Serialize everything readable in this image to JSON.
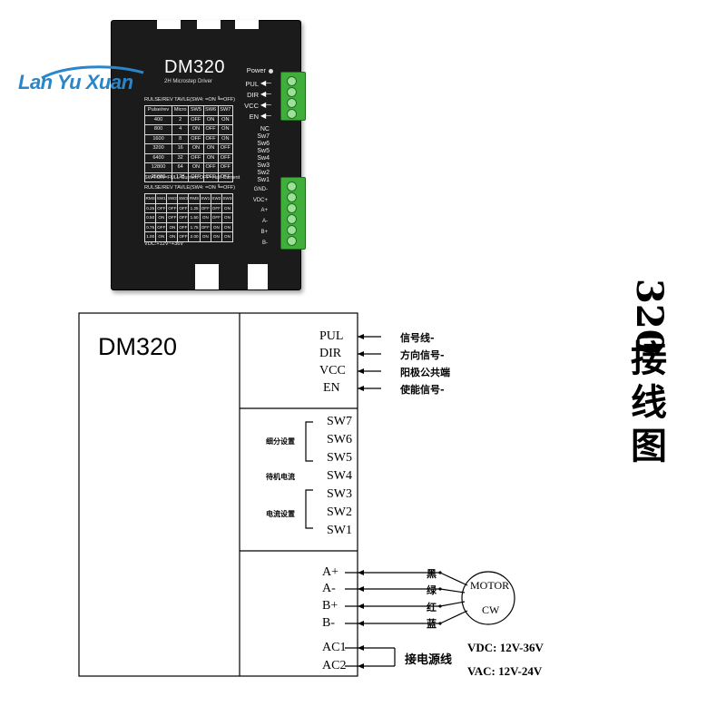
{
  "brand_watermark": "Lan Yu Xuan",
  "product": {
    "model": "DM320",
    "subtitle": "2H Microstep Driver",
    "power_label": "Power",
    "signals": [
      "PUL",
      "DIR",
      "VCC",
      "EN"
    ],
    "switch_labels": [
      "NC",
      "Sw7",
      "Sw6",
      "Sw5",
      "Sw4",
      "Sw3",
      "Sw2",
      "Sw1"
    ],
    "power_terminals": [
      "GND-",
      "VDC+",
      "A+",
      "A-",
      "B+",
      "B-"
    ],
    "micro_table": {
      "caption": "RULSE/REV TAVLE(SW4: =ON ┗=OFF)",
      "headers": [
        "Pulse/rev",
        "Micro",
        "SW5",
        "SW6",
        "SW7"
      ],
      "rows": [
        [
          "400",
          "2",
          "OFF",
          "ON",
          "ON"
        ],
        [
          "800",
          "4",
          "ON",
          "OFF",
          "ON"
        ],
        [
          "1600",
          "8",
          "OFF",
          "OFF",
          "ON"
        ],
        [
          "3200",
          "16",
          "ON",
          "ON",
          "OFF"
        ],
        [
          "6400",
          "32",
          "OFF",
          "ON",
          "OFF"
        ],
        [
          "12800",
          "64",
          "ON",
          "OFF",
          "OFF"
        ],
        [
          "25600",
          "128",
          "OFF",
          "OFF",
          "OFF"
        ]
      ]
    },
    "sw4_note": "SW4:ON=FULL Current OFF=Half Current",
    "current_table": {
      "caption": "RULSE/REV TAVLE(SW4: =ON ┗=OFF)",
      "headers": [
        "RMS",
        "SW1",
        "SW2",
        "SW3",
        "RMS",
        "SW1",
        "SW2",
        "SW3"
      ],
      "rows": [
        [
          "0.25",
          "OFF",
          "OFF",
          "OFF",
          "1.25",
          "OFF",
          "OFF",
          "ON"
        ],
        [
          "0.50",
          "ON",
          "OFF",
          "OFF",
          "1.50",
          "ON",
          "OFF",
          "ON"
        ],
        [
          "0.75",
          "OFF",
          "ON",
          "OFF",
          "1.75",
          "OFF",
          "ON",
          "ON"
        ],
        [
          "1.00",
          "ON",
          "ON",
          "OFF",
          "2.00",
          "ON",
          "ON",
          "ON"
        ]
      ]
    },
    "vdc_note": "VDC:+12V~+36V"
  },
  "diagram": {
    "model": "DM320",
    "signals": [
      {
        "pin": "PUL",
        "desc": "信号线-"
      },
      {
        "pin": "DIR",
        "desc": "方向信号-"
      },
      {
        "pin": "VCC",
        "desc": "阳极公共端"
      },
      {
        "pin": "EN",
        "desc": "使能信号-"
      }
    ],
    "switches": [
      "SW7",
      "SW6",
      "SW5",
      "SW4",
      "SW3",
      "SW2",
      "SW1"
    ],
    "switch_groups": [
      "细分设置",
      "待机电流",
      "电流设置"
    ],
    "motor_pins": [
      {
        "pin": "A+",
        "color": "黑"
      },
      {
        "pin": "A-",
        "color": "绿"
      },
      {
        "pin": "B+",
        "color": "红"
      },
      {
        "pin": "B-",
        "color": "蓝"
      }
    ],
    "motor_label": "MOTOR",
    "motor_dir": "CW",
    "power_pins": [
      "AC1",
      "AC2"
    ],
    "power_desc": "接电源线",
    "vdc_spec": "VDC: 12V-36V",
    "vac_spec": "VAC: 12V-24V"
  },
  "vertical_title": [
    "320",
    "接",
    "线",
    "图"
  ]
}
